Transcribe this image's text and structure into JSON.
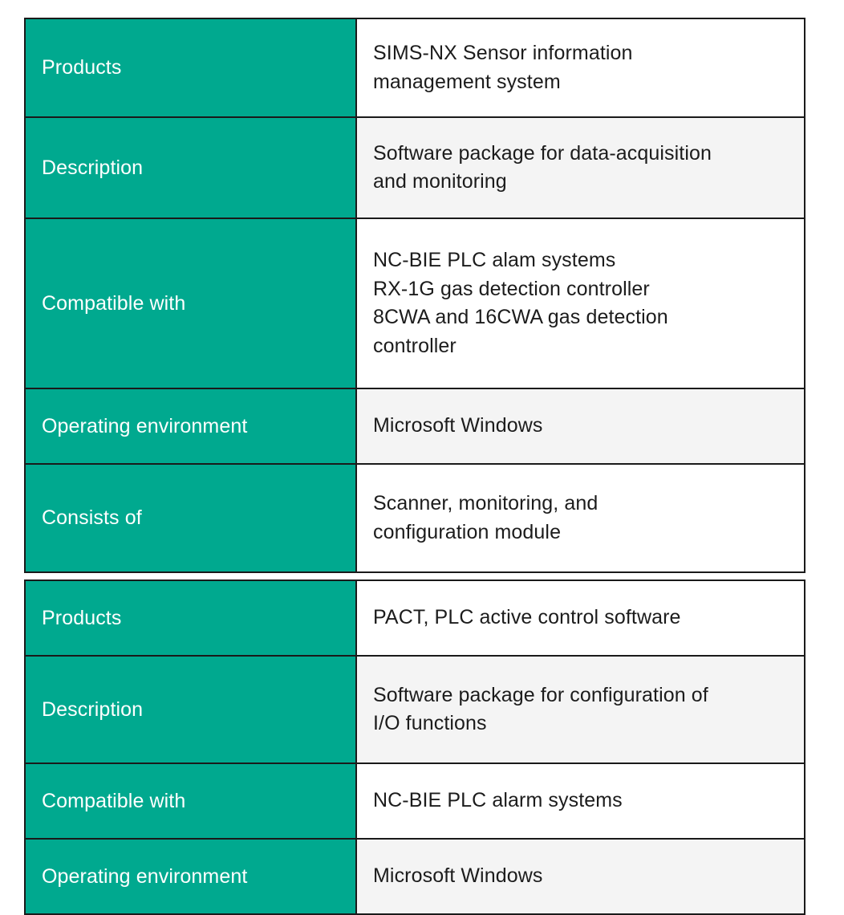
{
  "tables": [
    {
      "id": "table-one",
      "rows": [
        {
          "label": "Products",
          "value_lines": [
            "SIMS-NX Sensor information",
            "management system"
          ],
          "shaded": false
        },
        {
          "label": "Description",
          "value_lines": [
            "Software package for data-acquisition",
            "and monitoring"
          ],
          "shaded": true
        },
        {
          "label": "Compatible with",
          "value_lines": [
            "NC-BIE PLC alam systems",
            "RX-1G gas detection controller",
            "8CWA and 16CWA gas detection",
            "controller"
          ],
          "shaded": false
        },
        {
          "label": "Operating environment",
          "value_lines": [
            "Microsoft Windows"
          ],
          "shaded": true
        },
        {
          "label": "Consists of",
          "value_lines": [
            "Scanner, monitoring, and",
            "configuration module"
          ],
          "shaded": false
        }
      ]
    },
    {
      "id": "table-two",
      "rows": [
        {
          "label": "Products",
          "value_lines": [
            "PACT, PLC active control software"
          ],
          "shaded": false
        },
        {
          "label": "Description",
          "value_lines": [
            "Software package for configuration of",
            "I/O functions"
          ],
          "shaded": true
        },
        {
          "label": "Compatible with",
          "value_lines": [
            "NC-BIE PLC alarm systems"
          ],
          "shaded": false
        },
        {
          "label": "Operating environment",
          "value_lines": [
            "Microsoft Windows"
          ],
          "shaded": true
        }
      ]
    }
  ],
  "colors": {
    "label_background": "#00A98F",
    "label_text": "#FFFFFF",
    "value_text": "#1C1C1C",
    "value_background": "#FFFFFF",
    "value_background_shaded": "#F4F4F4",
    "border": "#1A1A1A",
    "page_background": "#FFFFFF"
  }
}
